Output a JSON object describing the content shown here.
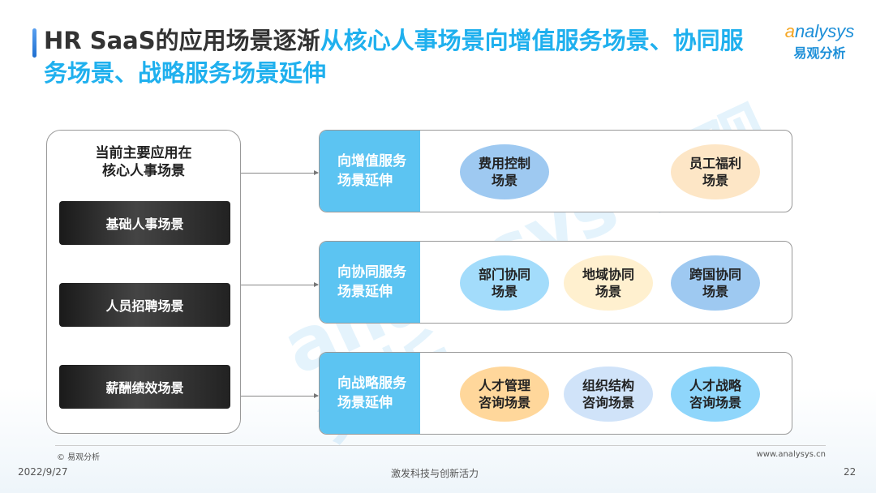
{
  "title": {
    "part1": "HR SaaS的应用场景逐渐",
    "part2": "从核心人事场景向增值服务场景、协同服务场景、战略服务场景延伸"
  },
  "logo": {
    "en_a": "a",
    "en_rest": "nalysys",
    "cn": "易观分析"
  },
  "watermark": "analysys 易观分析",
  "left": {
    "heading1": "当前主要应用在",
    "heading2": "核心人事场景",
    "items": [
      "基础人事场景",
      "人员招聘场景",
      "薪酬绩效场景"
    ]
  },
  "rows": [
    {
      "l1": "向增值服务",
      "l2": "场景延伸",
      "items": [
        {
          "l1": "费用控制",
          "l2": "场景",
          "color": "#9ec9f1"
        },
        {
          "l1": "员工福利",
          "l2": "场景",
          "color": "#fde6c6"
        }
      ]
    },
    {
      "l1": "向协同服务",
      "l2": "场景延伸",
      "items": [
        {
          "l1": "部门协同",
          "l2": "场景",
          "color": "#a3dcfb"
        },
        {
          "l1": "地域协同",
          "l2": "场景",
          "color": "#fff0cf"
        },
        {
          "l1": "跨国协同",
          "l2": "场景",
          "color": "#9ec9f1"
        }
      ]
    },
    {
      "l1": "向战略服务",
      "l2": "场景延伸",
      "items": [
        {
          "l1": "人才管理",
          "l2": "咨询场景",
          "color": "#ffd79b"
        },
        {
          "l1": "组织结构",
          "l2": "咨询场景",
          "color": "#d0e3f9"
        },
        {
          "l1": "人才战略",
          "l2": "咨询场景",
          "color": "#8fd6fb"
        }
      ]
    }
  ],
  "footer": {
    "copyright": "© 易观分析",
    "url": "www.analysys.cn",
    "date": "2022/9/27",
    "slogan": "激发科技与创新活力",
    "page": "22"
  }
}
